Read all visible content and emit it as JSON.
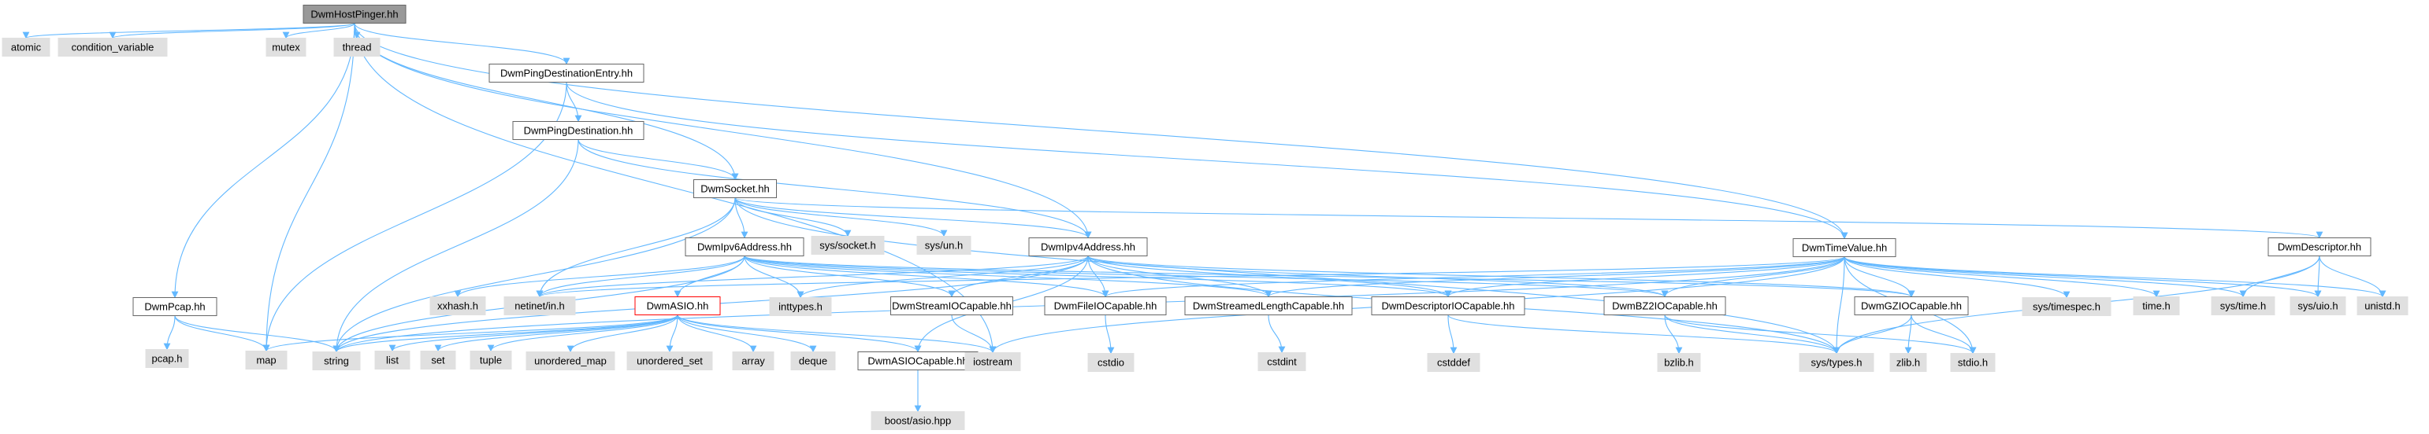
{
  "colors": {
    "edge": "#63b8ff",
    "root_fill": "#999999",
    "root_stroke": "#666666",
    "header_fill": "#ffffff",
    "header_stroke": "#666666",
    "system_fill": "#e0e0e0",
    "system_stroke": "#e0e0e0",
    "highlight_stroke": "#ff0000",
    "text": "#000000"
  },
  "nodes": [
    {
      "id": "root",
      "label": "DwmHostPinger.hh",
      "kind": "root"
    },
    {
      "id": "atomic",
      "label": "atomic",
      "kind": "system"
    },
    {
      "id": "condvar",
      "label": "condition_variable",
      "kind": "system"
    },
    {
      "id": "mutex",
      "label": "mutex",
      "kind": "system"
    },
    {
      "id": "thread",
      "label": "thread",
      "kind": "system"
    },
    {
      "id": "pde",
      "label": "DwmPingDestinationEntry.hh",
      "kind": "header"
    },
    {
      "id": "pd",
      "label": "DwmPingDestination.hh",
      "kind": "header"
    },
    {
      "id": "sock",
      "label": "DwmSocket.hh",
      "kind": "header"
    },
    {
      "id": "sys_socket",
      "label": "sys/socket.h",
      "kind": "system"
    },
    {
      "id": "sys_un",
      "label": "sys/un.h",
      "kind": "system"
    },
    {
      "id": "ipv4",
      "label": "DwmIpv4Address.hh",
      "kind": "header"
    },
    {
      "id": "ipv6",
      "label": "DwmIpv6Address.hh",
      "kind": "header"
    },
    {
      "id": "timevalue",
      "label": "DwmTimeValue.hh",
      "kind": "header"
    },
    {
      "id": "descriptor",
      "label": "DwmDescriptor.hh",
      "kind": "header"
    },
    {
      "id": "pcap",
      "label": "DwmPcap.hh",
      "kind": "header"
    },
    {
      "id": "pcap_h",
      "label": "pcap.h",
      "kind": "system"
    },
    {
      "id": "map",
      "label": "map",
      "kind": "system"
    },
    {
      "id": "string",
      "label": "string",
      "kind": "system"
    },
    {
      "id": "xxhash",
      "label": "xxhash.h",
      "kind": "system"
    },
    {
      "id": "netinet",
      "label": "netinet/in.h",
      "kind": "system"
    },
    {
      "id": "asio",
      "label": "DwmASIO.hh",
      "kind": "highlight"
    },
    {
      "id": "inttypes",
      "label": "inttypes.h",
      "kind": "system"
    },
    {
      "id": "streamio",
      "label": "DwmStreamIOCapable.hh",
      "kind": "header"
    },
    {
      "id": "fileio",
      "label": "DwmFileIOCapable.hh",
      "kind": "header"
    },
    {
      "id": "streamedlen",
      "label": "DwmStreamedLengthCapable.hh",
      "kind": "header"
    },
    {
      "id": "descio",
      "label": "DwmDescriptorIOCapable.hh",
      "kind": "header"
    },
    {
      "id": "bz2",
      "label": "DwmBZ2IOCapable.hh",
      "kind": "header"
    },
    {
      "id": "gzio",
      "label": "DwmGZIOCapable.hh",
      "kind": "header"
    },
    {
      "id": "timespec",
      "label": "sys/timespec.h",
      "kind": "system"
    },
    {
      "id": "time_h",
      "label": "time.h",
      "kind": "system"
    },
    {
      "id": "sys_time",
      "label": "sys/time.h",
      "kind": "system"
    },
    {
      "id": "sys_uio",
      "label": "sys/uio.h",
      "kind": "system"
    },
    {
      "id": "unistd",
      "label": "unistd.h",
      "kind": "system"
    },
    {
      "id": "list",
      "label": "list",
      "kind": "system"
    },
    {
      "id": "set",
      "label": "set",
      "kind": "system"
    },
    {
      "id": "tuple",
      "label": "tuple",
      "kind": "system"
    },
    {
      "id": "umap",
      "label": "unordered_map",
      "kind": "system"
    },
    {
      "id": "uset",
      "label": "unordered_set",
      "kind": "system"
    },
    {
      "id": "array",
      "label": "array",
      "kind": "system"
    },
    {
      "id": "deque",
      "label": "deque",
      "kind": "system"
    },
    {
      "id": "asiocap",
      "label": "DwmASIOCapable.hh",
      "kind": "header"
    },
    {
      "id": "iostream",
      "label": "iostream",
      "kind": "system"
    },
    {
      "id": "cstdio",
      "label": "cstdio",
      "kind": "system"
    },
    {
      "id": "cstdint",
      "label": "cstdint",
      "kind": "system"
    },
    {
      "id": "cstddef",
      "label": "cstddef",
      "kind": "system"
    },
    {
      "id": "bzlib",
      "label": "bzlib.h",
      "kind": "system"
    },
    {
      "id": "sys_types",
      "label": "sys/types.h",
      "kind": "system"
    },
    {
      "id": "zlib",
      "label": "zlib.h",
      "kind": "system"
    },
    {
      "id": "stdio",
      "label": "stdio.h",
      "kind": "system"
    },
    {
      "id": "boost_asio",
      "label": "boost/asio.hpp",
      "kind": "system"
    }
  ],
  "edges": [
    [
      "root",
      "atomic"
    ],
    [
      "root",
      "condvar"
    ],
    [
      "root",
      "mutex"
    ],
    [
      "root",
      "thread"
    ],
    [
      "root",
      "pde"
    ],
    [
      "root",
      "sock"
    ],
    [
      "root",
      "ipv4"
    ],
    [
      "root",
      "timevalue"
    ],
    [
      "root",
      "pcap"
    ],
    [
      "root",
      "map"
    ],
    [
      "root",
      "iostream"
    ],
    [
      "pde",
      "pd"
    ],
    [
      "pde",
      "map"
    ],
    [
      "pde",
      "timevalue"
    ],
    [
      "pd",
      "sock"
    ],
    [
      "pd",
      "ipv4"
    ],
    [
      "pd",
      "string"
    ],
    [
      "sock",
      "sys_socket"
    ],
    [
      "sock",
      "sys_un"
    ],
    [
      "sock",
      "ipv4"
    ],
    [
      "sock",
      "ipv6"
    ],
    [
      "sock",
      "descriptor"
    ],
    [
      "sock",
      "netinet"
    ],
    [
      "sock",
      "string"
    ],
    [
      "sock",
      "sys_types"
    ],
    [
      "pcap",
      "pcap_h"
    ],
    [
      "pcap",
      "map"
    ],
    [
      "pcap",
      "string"
    ],
    [
      "ipv6",
      "xxhash"
    ],
    [
      "ipv6",
      "netinet"
    ],
    [
      "ipv6",
      "asio"
    ],
    [
      "ipv6",
      "inttypes"
    ],
    [
      "ipv6",
      "streamio"
    ],
    [
      "ipv6",
      "fileio"
    ],
    [
      "ipv6",
      "streamedlen"
    ],
    [
      "ipv6",
      "descio"
    ],
    [
      "ipv6",
      "bz2"
    ],
    [
      "ipv6",
      "gzio"
    ],
    [
      "ipv6",
      "string"
    ],
    [
      "ipv4",
      "netinet"
    ],
    [
      "ipv4",
      "inttypes"
    ],
    [
      "ipv4",
      "asiocap"
    ],
    [
      "ipv4",
      "streamio"
    ],
    [
      "ipv4",
      "fileio"
    ],
    [
      "ipv4",
      "streamedlen"
    ],
    [
      "ipv4",
      "descio"
    ],
    [
      "ipv4",
      "bz2"
    ],
    [
      "ipv4",
      "gzio"
    ],
    [
      "ipv4",
      "string"
    ],
    [
      "ipv4",
      "sys_types"
    ],
    [
      "timevalue",
      "netinet"
    ],
    [
      "timevalue",
      "fileio"
    ],
    [
      "timevalue",
      "streamedlen"
    ],
    [
      "timevalue",
      "descio"
    ],
    [
      "timevalue",
      "bz2"
    ],
    [
      "timevalue",
      "gzio"
    ],
    [
      "timevalue",
      "timespec"
    ],
    [
      "timevalue",
      "time_h"
    ],
    [
      "timevalue",
      "sys_time"
    ],
    [
      "timevalue",
      "sys_uio"
    ],
    [
      "timevalue",
      "unistd"
    ],
    [
      "timevalue",
      "sys_types"
    ],
    [
      "timevalue",
      "stdio"
    ],
    [
      "timevalue",
      "iostream"
    ],
    [
      "timevalue",
      "string"
    ],
    [
      "descriptor",
      "sys_time"
    ],
    [
      "descriptor",
      "sys_uio"
    ],
    [
      "descriptor",
      "unistd"
    ],
    [
      "descriptor",
      "sys_types"
    ],
    [
      "asio",
      "map"
    ],
    [
      "asio",
      "string"
    ],
    [
      "asio",
      "list"
    ],
    [
      "asio",
      "set"
    ],
    [
      "asio",
      "tuple"
    ],
    [
      "asio",
      "umap"
    ],
    [
      "asio",
      "uset"
    ],
    [
      "asio",
      "array"
    ],
    [
      "asio",
      "deque"
    ],
    [
      "asio",
      "asiocap"
    ],
    [
      "asio",
      "iostream"
    ],
    [
      "streamio",
      "iostream"
    ],
    [
      "fileio",
      "cstdio"
    ],
    [
      "streamedlen",
      "cstdint"
    ],
    [
      "descio",
      "cstddef"
    ],
    [
      "descio",
      "sys_types"
    ],
    [
      "bz2",
      "bzlib"
    ],
    [
      "bz2",
      "sys_types"
    ],
    [
      "bz2",
      "stdio"
    ],
    [
      "gzio",
      "zlib"
    ],
    [
      "gzio",
      "sys_types"
    ],
    [
      "gzio",
      "stdio"
    ],
    [
      "asiocap",
      "boost_asio"
    ]
  ]
}
